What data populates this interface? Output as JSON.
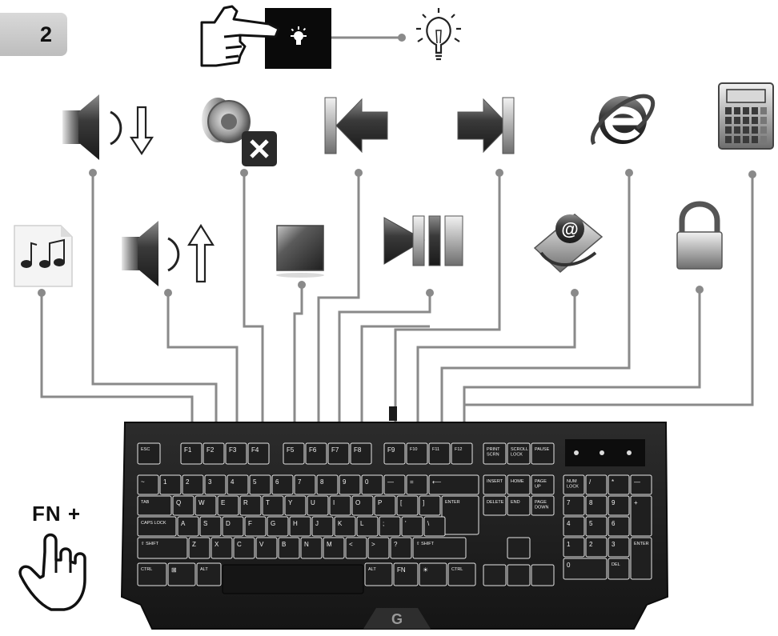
{
  "step_number": "2",
  "fn_label": "FN +",
  "colors": {
    "connector": "#8a8a8a",
    "keyboard_body": "#1e1e1e",
    "key_cap": "#222222",
    "key_glow": "#e8e8e8"
  },
  "icons": [
    "music-file-icon",
    "volume-down-icon",
    "volume-up-icon",
    "mute-icon",
    "stop-icon",
    "previous-track-icon",
    "play-pause-icon",
    "next-track-icon",
    "mail-icon",
    "browser-icon",
    "lock-icon",
    "calculator-icon",
    "backlight-bulb-icon"
  ],
  "keyboard": {
    "esc": "ESC",
    "f_keys": [
      "F1",
      "F2",
      "F3",
      "F4",
      "F5",
      "F6",
      "F7",
      "F8",
      "F9",
      "F10",
      "F11",
      "F12"
    ],
    "sys_keys": [
      "PRINT SCRN",
      "SCROLL LOCK",
      "PAUSE"
    ],
    "number_row": [
      "~",
      "1",
      "2",
      "3",
      "4",
      "5",
      "6",
      "7",
      "8",
      "9",
      "0",
      "—",
      "="
    ],
    "backspace": "⟵",
    "q_row": [
      "TAB",
      "Q",
      "W",
      "E",
      "R",
      "T",
      "Y",
      "U",
      "I",
      "O",
      "P",
      "[",
      "]"
    ],
    "enter": "ENTER",
    "a_row": [
      "CAPS LOCK",
      "A",
      "S",
      "D",
      "F",
      "G",
      "H",
      "J",
      "K",
      "L",
      ";",
      "'",
      "\\"
    ],
    "z_row": [
      "⇧ SHIFT",
      "Z",
      "X",
      "C",
      "V",
      "B",
      "N",
      "M",
      "<",
      ">",
      "?",
      "⇧ SHIFT"
    ],
    "bottom_row": [
      "CTRL",
      "⊞",
      "ALT",
      "ALT",
      "FN",
      "☀",
      "CTRL"
    ],
    "nav_keys": [
      "INSERT",
      "HOME",
      "PAGE UP",
      "DELETE",
      "END",
      "PAGE DOWN"
    ],
    "numpad": [
      "NUM LOCK",
      "/",
      "*",
      "—",
      "7",
      "8",
      "9",
      "+",
      "4",
      "5",
      "6",
      "1",
      "2",
      "3",
      "ENTER",
      "0",
      "DEL"
    ]
  }
}
